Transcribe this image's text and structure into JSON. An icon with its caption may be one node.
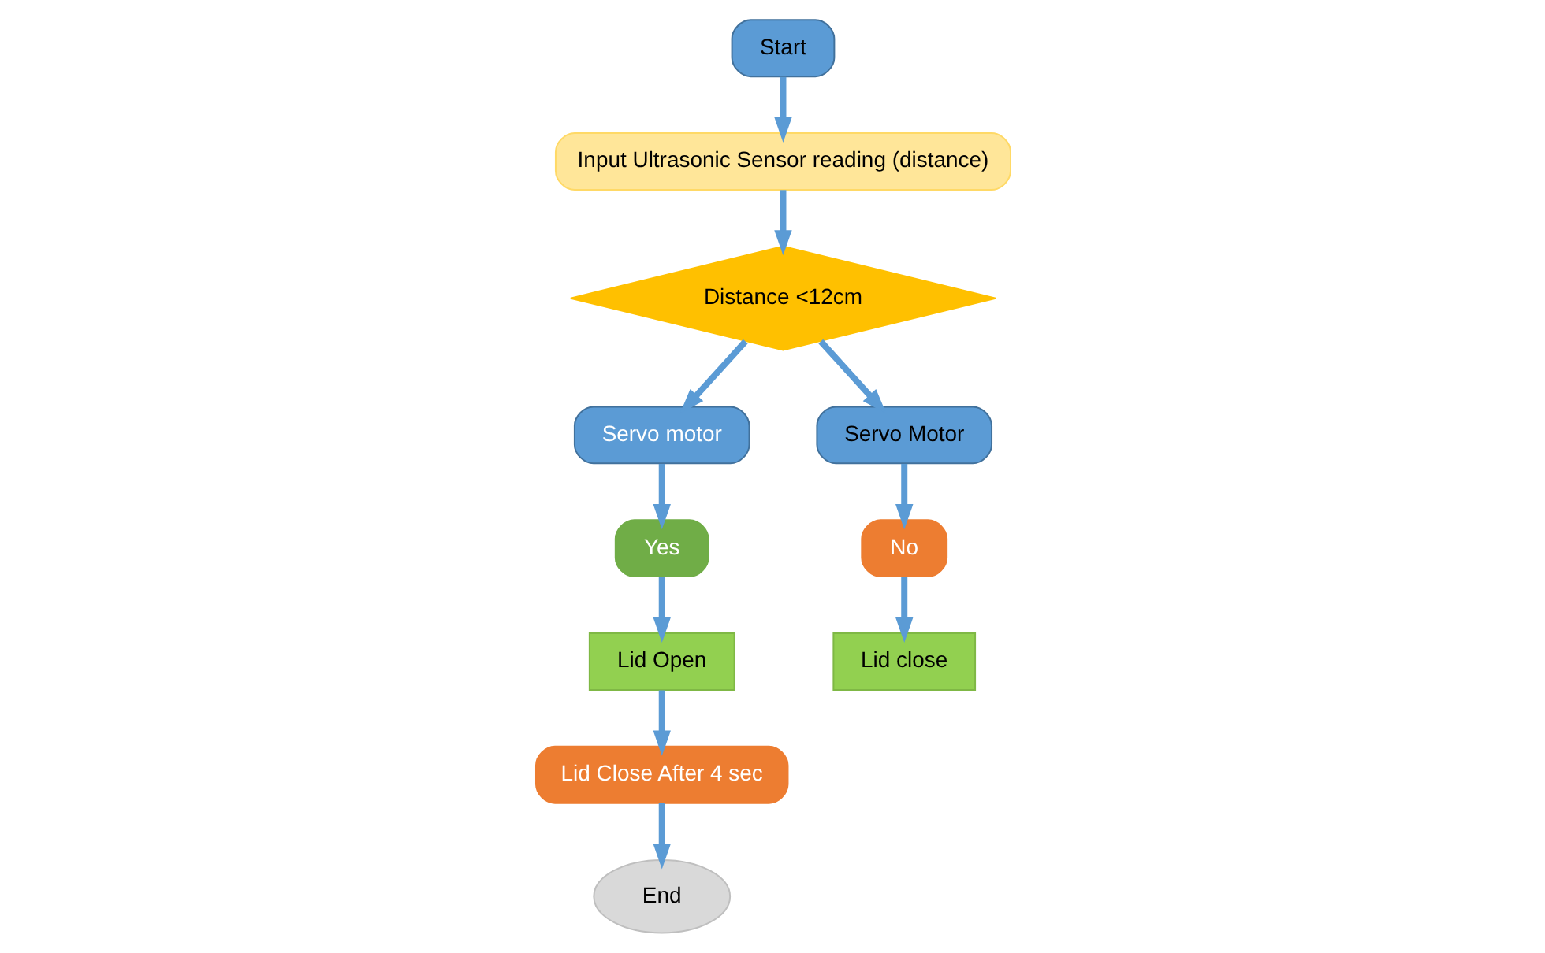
{
  "diagram": {
    "nodes": [
      {
        "text": [
          "Start"
        ]
      },
      {
        "text": [
          "Input Ultrasonic Sensor reading (distance)"
        ]
      },
      {
        "text": [
          "Distance <12cm"
        ]
      },
      {
        "text": [
          "Servo motor"
        ]
      },
      {
        "text": [
          "Yes"
        ]
      },
      {
        "text": [
          "Lid Open"
        ]
      },
      {
        "text": [
          "Lid Close After 4 sec"
        ]
      },
      {
        "text": [
          "End"
        ]
      },
      {
        "text": [
          "Servo Motor"
        ]
      },
      {
        "text": [
          "No"
        ]
      },
      {
        "text": [
          "Lid close"
        ]
      }
    ],
    "edges": [
      {
        "from": 0,
        "to": 1,
        "arrow": "to"
      },
      {
        "from": 1,
        "to": 2,
        "arrow": "to"
      },
      {
        "from": 2,
        "to": 3,
        "arrow": "to"
      },
      {
        "from": 3,
        "to": 4,
        "arrow": "to"
      },
      {
        "from": 4,
        "to": 5,
        "arrow": "to"
      },
      {
        "from": 5,
        "to": 6,
        "arrow": "to"
      },
      {
        "from": 6,
        "to": 7,
        "arrow": "to"
      },
      {
        "from": 2,
        "to": 8,
        "arrow": "to"
      },
      {
        "from": 8,
        "to": 9,
        "arrow": "to"
      },
      {
        "from": 9,
        "to": 10,
        "arrow": "to"
      }
    ]
  }
}
